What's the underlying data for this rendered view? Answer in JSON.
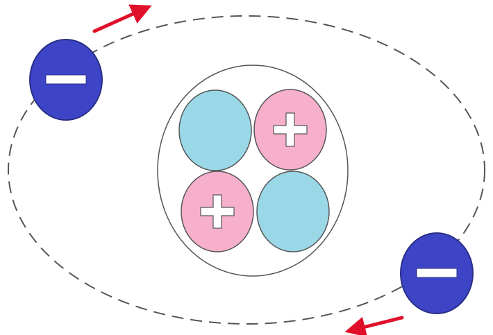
{
  "colors": {
    "background": "#ffffff",
    "orbit": "#555555",
    "electron_fill": "#3d44c6",
    "electron_stroke": "#2a2f86",
    "minus_sign": "#ffffff",
    "nucleus_boundary": "#555555",
    "neutron_fill": "#9ad8e8",
    "proton_fill": "#f7b0cc",
    "particle_stroke": "#555555",
    "plus_sign": "#ffffff",
    "motion_arrow": "#e0102a"
  },
  "diagram": {
    "electrons": [
      {
        "icon": "minus-icon",
        "charge": "negative"
      },
      {
        "icon": "minus-icon",
        "charge": "negative"
      }
    ],
    "nucleus": {
      "particles": [
        {
          "kind": "neutron",
          "icon": null
        },
        {
          "kind": "proton",
          "icon": "plus-icon"
        },
        {
          "kind": "proton",
          "icon": "plus-icon"
        },
        {
          "kind": "neutron",
          "icon": null
        }
      ]
    },
    "motion_arrows": [
      {
        "icon": "arrow-icon",
        "direction": "up-right"
      },
      {
        "icon": "arrow-icon",
        "direction": "down-left"
      }
    ]
  }
}
